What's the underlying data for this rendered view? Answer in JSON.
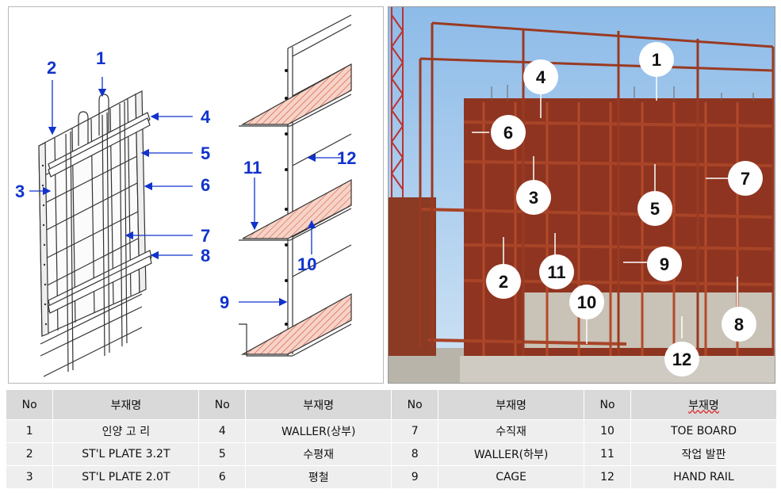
{
  "drawing": {
    "callouts": [
      "1",
      "2",
      "3",
      "4",
      "5",
      "6",
      "7",
      "8",
      "9",
      "10",
      "11",
      "12"
    ]
  },
  "photo": {
    "labels": [
      "1",
      "2",
      "3",
      "4",
      "5",
      "6",
      "7",
      "8",
      "9",
      "10",
      "11",
      "12"
    ]
  },
  "table": {
    "headers": [
      "No",
      "부재명",
      "No",
      "부재명",
      "No",
      "부재명",
      "No",
      "부재명"
    ],
    "rows": [
      [
        "1",
        "인양 고 리",
        "4",
        "WALLER(상부)",
        "7",
        "수직재",
        "10",
        "TOE BOARD"
      ],
      [
        "2",
        "ST'L PLATE 3.2T",
        "5",
        "수평재",
        "8",
        "WALLER(하부)",
        "11",
        "작업 발판"
      ],
      [
        "3",
        "ST'L PLATE 2.0T",
        "6",
        "평철",
        "9",
        "CAGE",
        "12",
        "HAND RAIL"
      ]
    ]
  },
  "colors": {
    "callout_blue": "#1133cc",
    "steel_red": "#9a3a22",
    "sky": "#9ec4ea",
    "hatch": "#f3c5b4"
  }
}
